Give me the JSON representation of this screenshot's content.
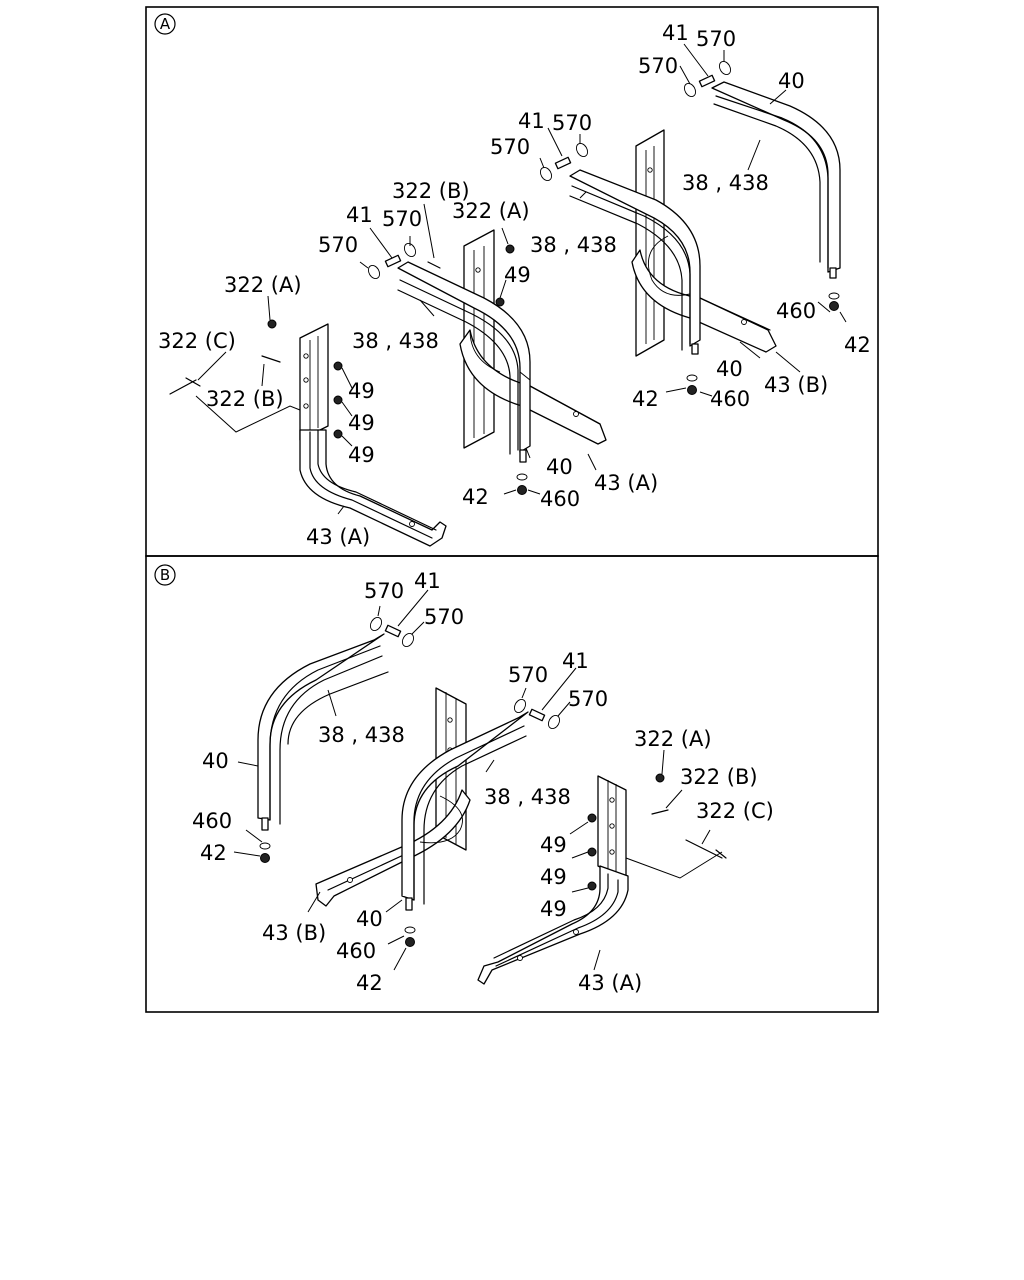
{
  "sections": [
    {
      "id": "A",
      "marker": "A"
    },
    {
      "id": "B",
      "marker": "B"
    }
  ],
  "labels": {
    "A": {
      "l570_1": "570",
      "l41_1": "41",
      "l570_2": "570",
      "l40_1": "40",
      "l38438_1": "38 , 438",
      "l460_1": "460",
      "l42_1": "42",
      "l43B": "43 (B)",
      "l570_3": "570",
      "l41_2": "41",
      "l570_4": "570",
      "l38438_2": "38 , 438",
      "l40_2": "40",
      "l42_2": "42",
      "l460_2": "460",
      "l322B_1": "322 (B)",
      "l322A_1": "322 (A)",
      "l41_3": "41",
      "l570_5": "570",
      "l570_6": "570",
      "l49_1": "49",
      "l38438_3": "38 , 438",
      "l40_3": "40",
      "l43A_1": "43 (A)",
      "l42_3": "42",
      "l460_3": "460",
      "l322A_2": "322 (A)",
      "l322C": "322 (C)",
      "l322B_2": "322 (B)",
      "l49_2": "49",
      "l49_3": "49",
      "l49_4": "49",
      "l43A_2": "43 (A)"
    },
    "B": {
      "l570_1": "570",
      "l41_1": "41",
      "l570_2": "570",
      "l38438_1": "38 , 438",
      "l40_1": "40",
      "l460_1": "460",
      "l42_1": "42",
      "l570_3": "570",
      "l41_2": "41",
      "l570_4": "570",
      "l38438_2": "38 , 438",
      "l43B": "43 (B)",
      "l40_2": "40",
      "l460_2": "460",
      "l42_2": "42",
      "l322A": "322 (A)",
      "l322B": "322 (B)",
      "l322C": "322 (C)",
      "l49_1": "49",
      "l49_2": "49",
      "l49_3": "49",
      "l43A": "43 (A)"
    }
  }
}
